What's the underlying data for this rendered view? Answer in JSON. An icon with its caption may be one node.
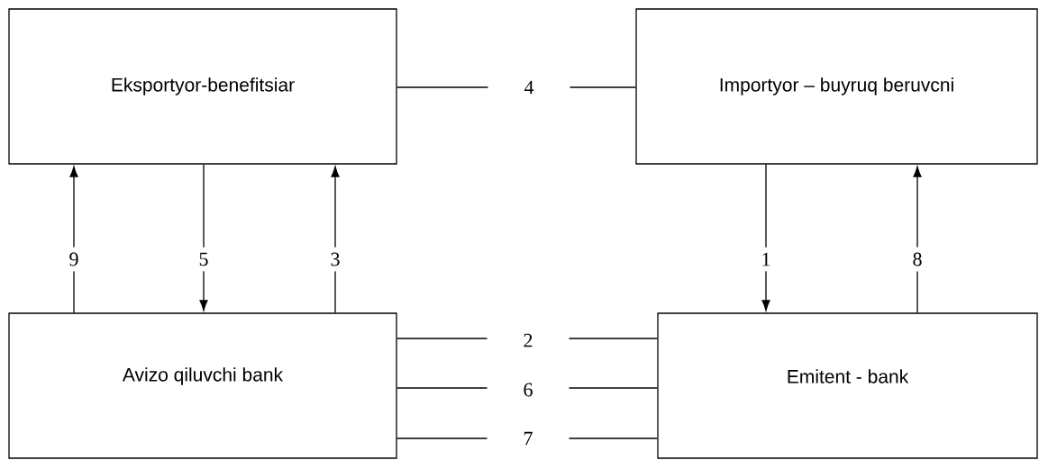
{
  "diagram": {
    "nodes": [
      {
        "text": [
          "Eksportyor-benefitsiar"
        ]
      },
      {
        "text": [
          "Importyor – buyruq beruvcni"
        ]
      },
      {
        "text": [
          "Avizo qiluvchi bank"
        ]
      },
      {
        "text": [
          "Emitent - bank"
        ]
      }
    ],
    "edges": [
      {
        "from": 0,
        "to": 1,
        "arrow": "none",
        "label": "4"
      },
      {
        "from": 2,
        "to": 0,
        "arrow": "to",
        "label": "9"
      },
      {
        "from": 0,
        "to": 2,
        "arrow": "to",
        "label": "5"
      },
      {
        "from": 2,
        "to": 0,
        "arrow": "to",
        "label": "3"
      },
      {
        "from": 1,
        "to": 3,
        "arrow": "to",
        "label": "1"
      },
      {
        "from": 3,
        "to": 1,
        "arrow": "to",
        "label": "8"
      },
      {
        "from": 2,
        "to": 3,
        "arrow": "none",
        "label": "2"
      },
      {
        "from": 2,
        "to": 3,
        "arrow": "none",
        "label": "6"
      },
      {
        "from": 2,
        "to": 3,
        "arrow": "none",
        "label": "7"
      }
    ]
  }
}
